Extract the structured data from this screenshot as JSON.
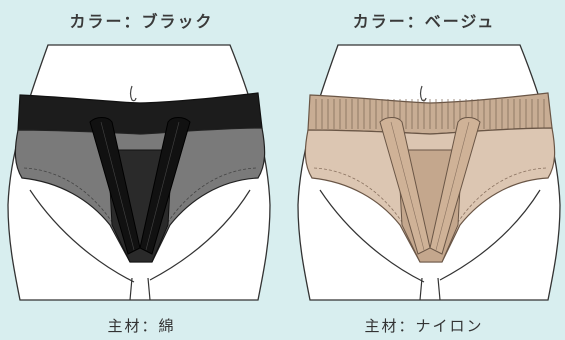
{
  "products": [
    {
      "color_label": "カラー：ブラック",
      "material_label": "主材：綿",
      "band_color": "#1c1c1c",
      "panel_color": "#7a7a7a",
      "strap_color": "#111111",
      "crotch_color": "#2a2a2a"
    },
    {
      "color_label": "カラー：ベージュ",
      "material_label": "主材：ナイロン",
      "band_color": "#c8ad94",
      "panel_color": "#dcc6b2",
      "strap_color": "#cfb297",
      "crotch_color": "#c4a78d"
    }
  ],
  "icons": {
    "body": "hip-body-outline-icon",
    "garment": "hernia-brief-icon"
  }
}
